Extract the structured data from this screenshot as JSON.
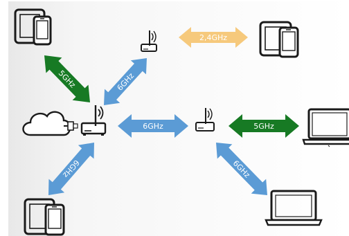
{
  "links": {
    "top_left_5ghz": {
      "label": "5GHz",
      "color": "#177a24"
    },
    "top_left_6ghz": {
      "label": "6GHz",
      "color": "#5b9bd5"
    },
    "top_right_24ghz": {
      "label": "2,4GHz",
      "color": "#f6c97c"
    },
    "center_6ghz": {
      "label": "6GHz",
      "color": "#5b9bd5"
    },
    "right_5ghz": {
      "label": "5GHz",
      "color": "#177a24"
    },
    "bottom_left_6ghz": {
      "label": "6GHz",
      "color": "#5b9bd5"
    },
    "bottom_right_6ghz": {
      "label": "6GHz",
      "color": "#5b9bd5"
    }
  },
  "device_icons": [
    "tablet-phone-icon",
    "router-icon",
    "cloud-icon",
    "ethernet-plug-icon",
    "laptop-icon"
  ]
}
